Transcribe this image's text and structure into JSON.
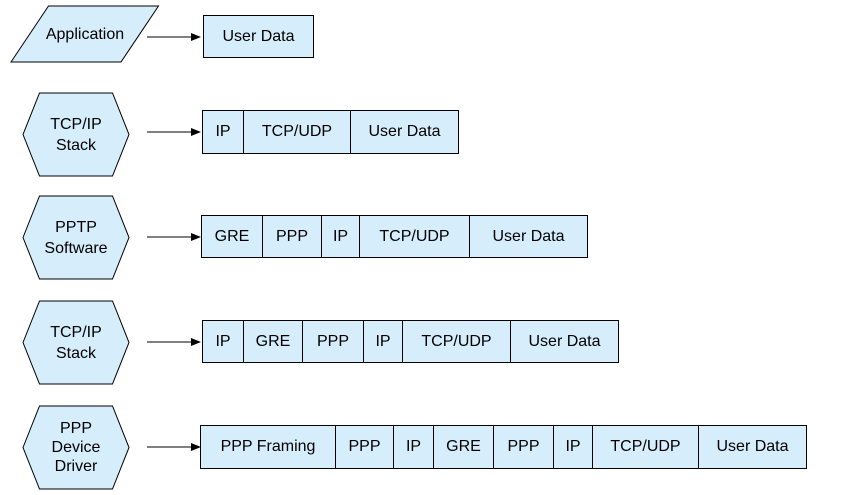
{
  "diagram": {
    "description": "PPTP encapsulation layers diagram",
    "colors": {
      "shape_fill": "#d6edfb",
      "shape_stroke": "#000000",
      "text": "#000000",
      "background": "#ffffff"
    },
    "rows": [
      {
        "stage": "Application",
        "shape": "parallelogram",
        "label": "Application",
        "segments": [
          "User Data"
        ]
      },
      {
        "stage": "TCP/IP Stack",
        "shape": "hexagon",
        "label": "TCP/IP\nStack",
        "segments": [
          "IP",
          "TCP/UDP",
          "User Data"
        ]
      },
      {
        "stage": "PPTP Software",
        "shape": "hexagon",
        "label": "PPTP\nSoftware",
        "segments": [
          "GRE",
          "PPP",
          "IP",
          "TCP/UDP",
          "User Data"
        ]
      },
      {
        "stage": "TCP/IP Stack",
        "shape": "hexagon",
        "label": "TCP/IP\nStack",
        "segments": [
          "IP",
          "GRE",
          "PPP",
          "IP",
          "TCP/UDP",
          "User Data"
        ]
      },
      {
        "stage": "PPP Device Driver",
        "shape": "hexagon",
        "label": "PPP\nDevice\nDriver",
        "segments": [
          "PPP Framing",
          "PPP",
          "IP",
          "GRE",
          "PPP",
          "IP",
          "TCP/UDP",
          "User Data"
        ]
      }
    ]
  }
}
